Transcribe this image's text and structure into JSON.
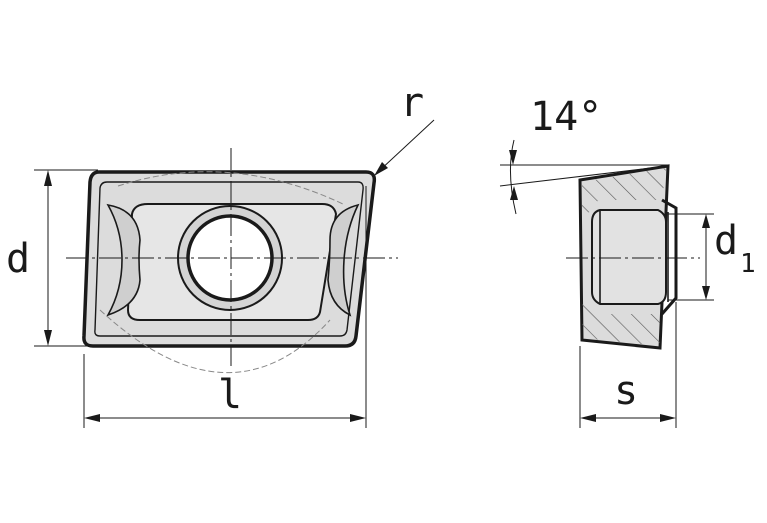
{
  "diagram": {
    "labels": {
      "d": "d",
      "l": "l",
      "r": "r",
      "angle": "14°",
      "d1_main": "d",
      "d1_sub": "1",
      "s": "s"
    },
    "colors": {
      "line": "#1a1a1a",
      "fill": "#dcdcdc",
      "hatch": "#555555"
    }
  }
}
